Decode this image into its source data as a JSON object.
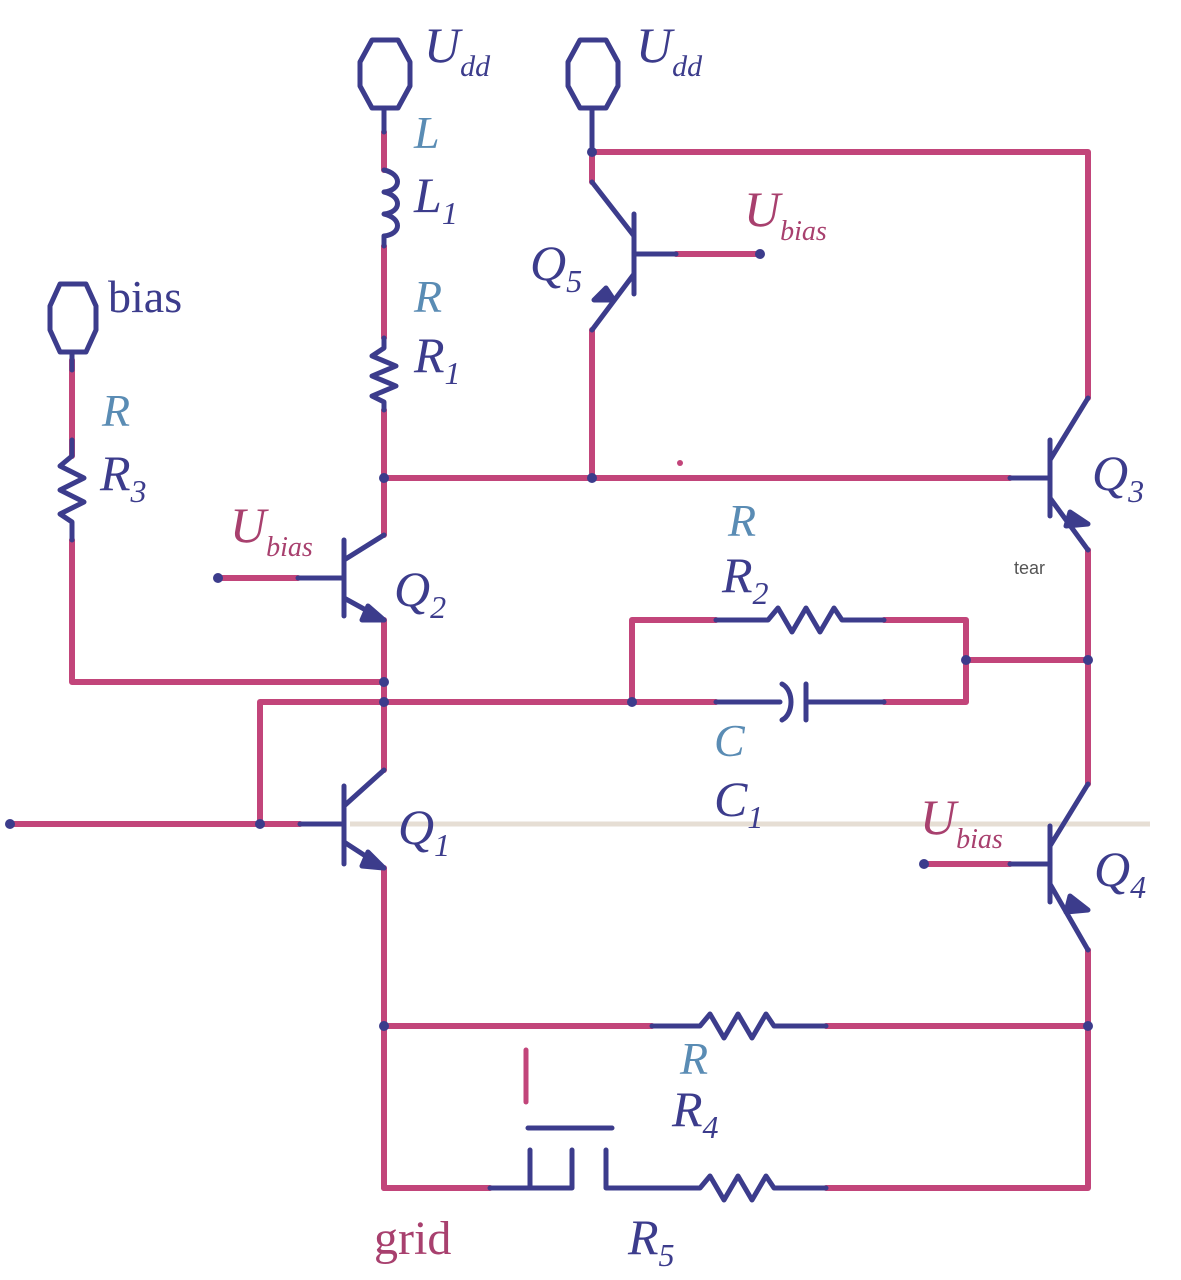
{
  "colors": {
    "wire": "#c2457a",
    "component": "#3c3c8c",
    "label_dark": "#3c3c8c",
    "label_light": "#5a8cb4",
    "label_bias": "#a8406e",
    "faint": "#e6ded4"
  },
  "supplies": {
    "udd_left": {
      "sym": "U",
      "sub": "dd"
    },
    "udd_right": {
      "sym": "U",
      "sub": "dd"
    },
    "bias": "bias"
  },
  "labels": {
    "l": "L",
    "l1": {
      "sym": "L",
      "sub": "1"
    },
    "r_top": "R",
    "r1": {
      "sym": "R",
      "sub": "1"
    },
    "r_left": "R",
    "r3": {
      "sym": "R",
      "sub": "3"
    },
    "r_mid": "R",
    "r2": {
      "sym": "R",
      "sub": "2"
    },
    "c": "C",
    "c1": {
      "sym": "C",
      "sub": "1"
    },
    "r_bot": "R",
    "r4": {
      "sym": "R",
      "sub": "4"
    },
    "r5": {
      "sym": "R",
      "sub": "5"
    },
    "grid": "grid",
    "tear": "tear",
    "q1": {
      "sym": "Q",
      "sub": "1"
    },
    "q2": {
      "sym": "Q",
      "sub": "2"
    },
    "q3": {
      "sym": "Q",
      "sub": "3"
    },
    "q4": {
      "sym": "Q",
      "sub": "4"
    },
    "q5": {
      "sym": "Q",
      "sub": "5"
    },
    "ubias_q2": {
      "sym": "U",
      "sub": "bias"
    },
    "ubias_q5": {
      "sym": "U",
      "sub": "bias"
    },
    "ubias_q4": {
      "sym": "U",
      "sub": "bias"
    }
  }
}
